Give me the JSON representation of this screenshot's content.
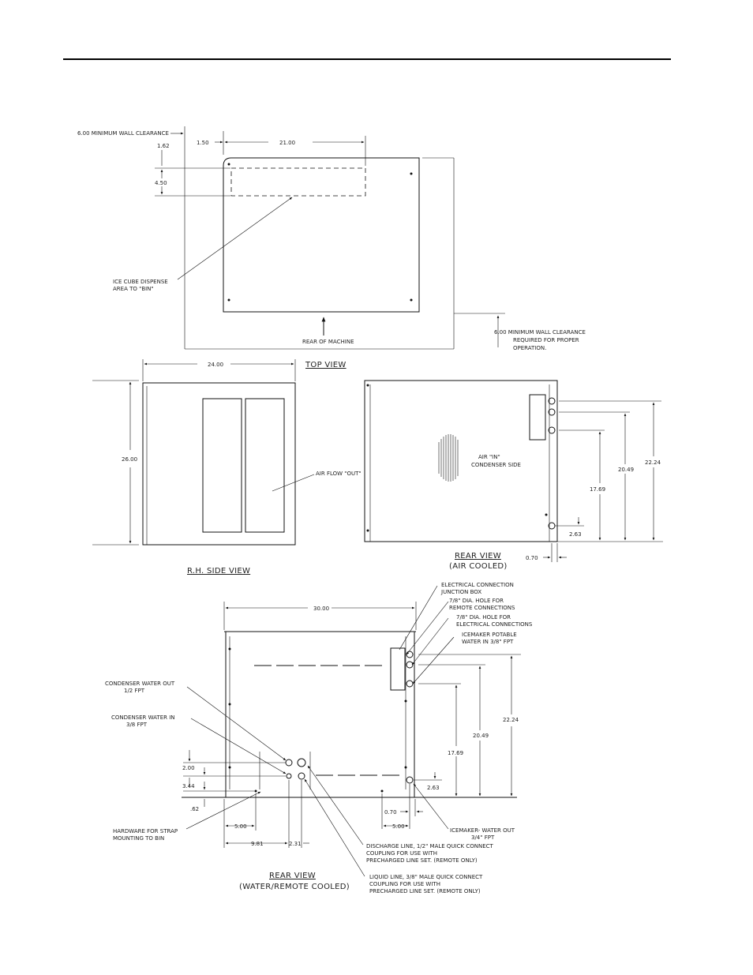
{
  "top_view": {
    "clearance_top": "6.00 MINIMUM WALL CLEARANCE",
    "dim_162": "1.62",
    "dim_150": "1.50",
    "dim_2100": "21.00",
    "dim_450": "4.50",
    "dispense_1": "ICE CUBE DISPENSE",
    "dispense_2": "AREA TO \"BIN\"",
    "rear_label": "REAR OF MACHINE",
    "clear_right_1": "6.00  MINIMUM WALL CLEARANCE",
    "clear_right_2": "REQUIRED FOR PROPER",
    "clear_right_3": "OPERATION.",
    "title": "TOP VIEW"
  },
  "side_view": {
    "dim_width": "24.00",
    "dim_height": "26.00",
    "airflow": "AIR FLOW \"OUT\"",
    "title": "R.H. SIDE VIEW"
  },
  "rear_air": {
    "air_in_1": "AIR \"IN\"",
    "air_in_2": "CONDENSER SIDE",
    "dim_1769": "17.69",
    "dim_2049": "20.49",
    "dim_2224": "22.24",
    "dim_263": "2.63",
    "dim_070": "0.70",
    "title_1": "REAR VIEW",
    "title_2": "(AIR COOLED)"
  },
  "rear_water": {
    "dim_3000": "30.00",
    "elec_box_1": "ELECTRICAL CONNECTION",
    "elec_box_2": "JUNCTION BOX",
    "remote_hole_1": "7/8\" DIA. HOLE FOR",
    "remote_hole_2": "REMOTE CONNECTIONS",
    "elec_hole_1": "7/8\" DIA. HOLE FOR",
    "elec_hole_2": "ELECTRICAL CONNECTIONS",
    "potable_1": "ICEMAKER POTABLE",
    "potable_2": "WATER IN 3/8\" FPT",
    "cond_out_1": "CONDENSER WATER OUT",
    "cond_out_2": "1/2 FPT",
    "cond_in_1": "CONDENSER WATER IN",
    "cond_in_2": "3/8 FPT",
    "dim_2224": "22.24",
    "dim_2049": "20.49",
    "dim_1769": "17.69",
    "dim_200": "2.00",
    "dim_344": "3.44",
    "dim_62": ".62",
    "dim_263": "2.63",
    "dim_070": "0.70",
    "dim_500a": "5.00",
    "dim_500b": "5.00",
    "dim_981": "9.81",
    "dim_231": "2.31",
    "hardware_1": "HARDWARE FOR STRAP",
    "hardware_2": "MOUNTING TO BIN",
    "icemaker_out_1": "ICEMAKER- WATER OUT",
    "icemaker_out_2": "3/4\" FPT",
    "discharge_1": "DISCHARGE LINE, 1/2\" MALE QUICK CONNECT",
    "discharge_2": "COUPLING FOR USE WITH",
    "discharge_3": "PRECHARGED LINE SET.  (REMOTE ONLY)",
    "liquid_1": "LIQUID LINE, 3/8\" MALE QUICK CONNECT",
    "liquid_2": "COUPLING FOR USE WITH",
    "liquid_3": "PRECHARGED LINE SET.  (REMOTE ONLY)",
    "title_1": "REAR VIEW",
    "title_2": "(WATER/REMOTE COOLED)"
  }
}
